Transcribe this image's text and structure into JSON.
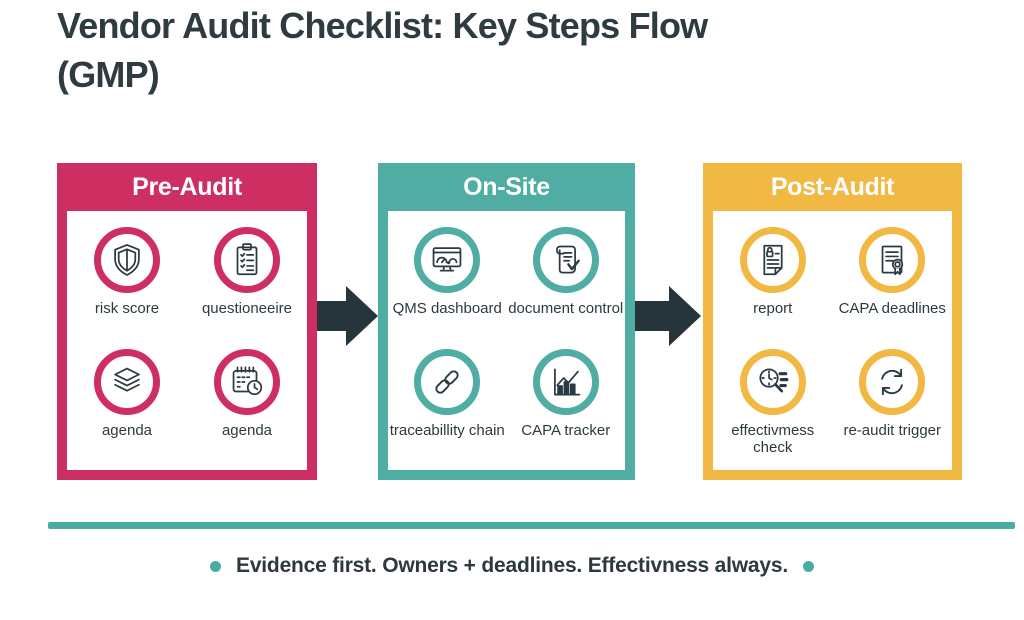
{
  "title": {
    "line1": "Vendor Audit Checklist: Key Steps Flow",
    "line2": "(GMP)"
  },
  "colors": {
    "pre_audit": "#ce2f63",
    "on_site": "#4fada3",
    "post_audit": "#f2b844",
    "arrow": "#26343c",
    "divider": "#4aaba3",
    "dark_text": "#2e3b40"
  },
  "panels": [
    {
      "label": "Pre-Audit",
      "items": [
        {
          "icon": "shield-icon",
          "label": "risk score"
        },
        {
          "icon": "clipboard-checklist-icon",
          "label": "questioneeire"
        },
        {
          "icon": "layers-icon",
          "label": "agenda"
        },
        {
          "icon": "calendar-clock-icon",
          "label": "agenda"
        }
      ]
    },
    {
      "label": "On-Site",
      "items": [
        {
          "icon": "monitor-gauge-icon",
          "label": "QMS dashboard"
        },
        {
          "icon": "scroll-check-icon",
          "label": "document control"
        },
        {
          "icon": "chain-link-icon",
          "label": "traceabillity chain"
        },
        {
          "icon": "bar-chart-icon",
          "label": "CAPA tracker"
        }
      ]
    },
    {
      "label": "Post-Audit",
      "items": [
        {
          "icon": "report-document-icon",
          "label": "report"
        },
        {
          "icon": "certificate-icon",
          "label": "CAPA deadlines"
        },
        {
          "icon": "magnifier-clock-icon",
          "label": "effectivmess check"
        },
        {
          "icon": "refresh-cycle-icon",
          "label": "re-audit trigger"
        }
      ]
    }
  ],
  "footer": {
    "tagline": "Evidence first. Owners + deadlines. Effectivness always."
  }
}
